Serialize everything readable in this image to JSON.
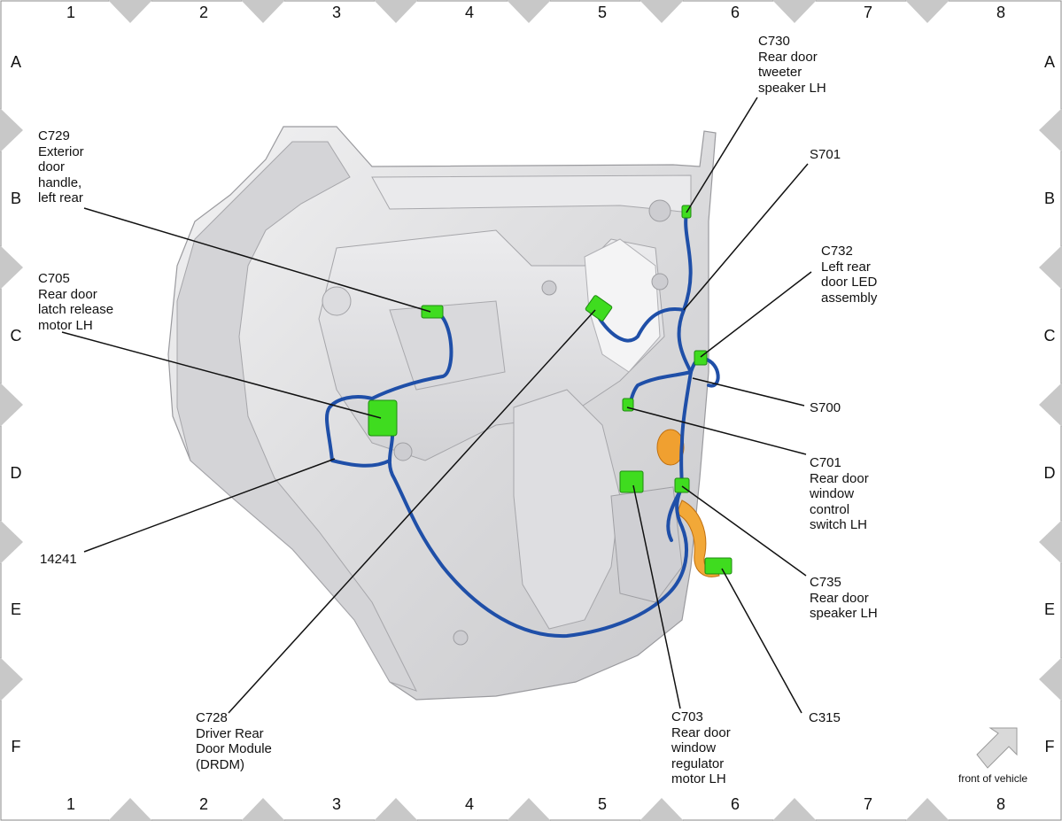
{
  "grid": {
    "columns": [
      "1",
      "2",
      "3",
      "4",
      "5",
      "6",
      "7",
      "8"
    ],
    "rows": [
      "A",
      "B",
      "C",
      "D",
      "E",
      "F"
    ]
  },
  "labels": [
    {
      "id": "C730",
      "text": "C730\nRear door\ntweeter\nspeaker LH"
    },
    {
      "id": "C729",
      "text": "C729\nExterior\ndoor\nhandle,\nleft rear"
    },
    {
      "id": "S701",
      "text": "S701"
    },
    {
      "id": "C732",
      "text": "C732\nLeft rear\ndoor LED\nassembly"
    },
    {
      "id": "C705",
      "text": "C705\nRear door\nlatch release\nmotor LH"
    },
    {
      "id": "S700",
      "text": "S700"
    },
    {
      "id": "C701",
      "text": "C701\nRear door\nwindow\ncontrol\nswitch LH"
    },
    {
      "id": "14241",
      "text": "14241"
    },
    {
      "id": "C735",
      "text": "C735\nRear door\nspeaker LH"
    },
    {
      "id": "C315",
      "text": "C315"
    },
    {
      "id": "C728",
      "text": "C728\nDriver Rear\nDoor Module\n(DRDM)"
    },
    {
      "id": "C703",
      "text": "C703\nRear door\nwindow\nregulator\nmotor LH"
    }
  ],
  "orientation": {
    "text": "front of vehicle",
    "icon": "arrow-icon"
  },
  "colors": {
    "harness": "#1f4fa8",
    "connector": "#3fdc1f",
    "grommet": "#f0a030",
    "panel": "#e4e4e6",
    "border_marker": "#c8c8c8"
  }
}
